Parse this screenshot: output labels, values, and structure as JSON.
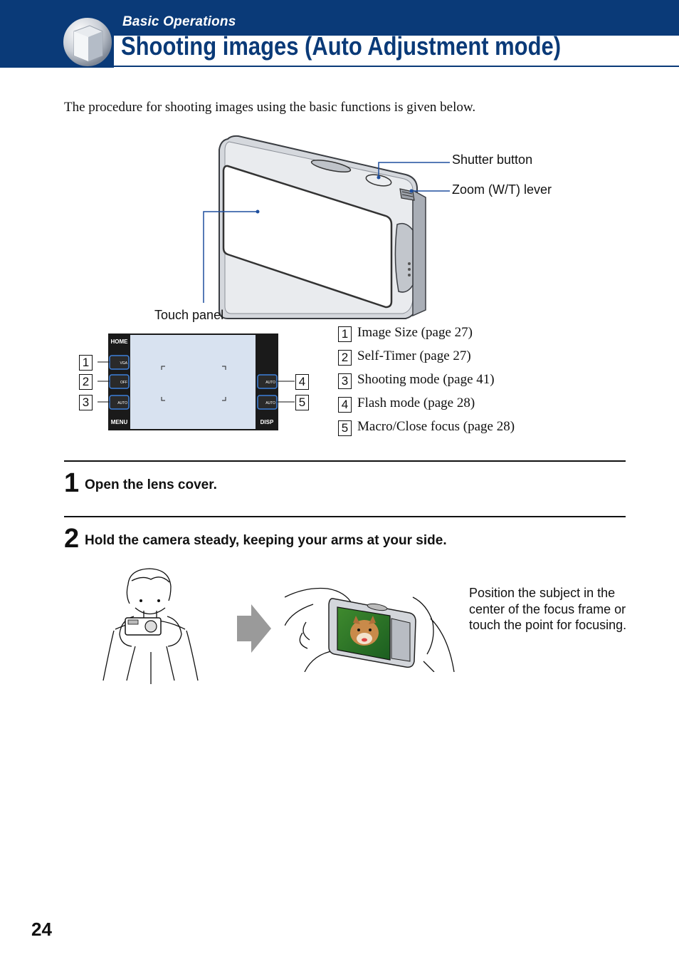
{
  "header": {
    "section": "Basic Operations",
    "title": "Shooting images (Auto Adjustment mode)",
    "accent": "#0a3a78"
  },
  "intro": "The procedure for shooting images using the basic functions is given below.",
  "camera_callouts": {
    "shutter": "Shutter button",
    "zoom": "Zoom (W/T) lever",
    "touch_panel": "Touch panel"
  },
  "screen": {
    "top_left": "HOME",
    "bottom_left": "MENU",
    "bottom_right": "DISP",
    "icon_labels": [
      "VGA",
      "OFF",
      "AUTO",
      "AUTO",
      "AUTO"
    ],
    "markers": [
      "1",
      "2",
      "3",
      "4",
      "5"
    ]
  },
  "legend": [
    {
      "num": "1",
      "text": "Image Size (page 27)"
    },
    {
      "num": "2",
      "text": "Self-Timer (page 27)"
    },
    {
      "num": "3",
      "text": "Shooting mode (page 41)"
    },
    {
      "num": "4",
      "text": "Flash mode (page 28)"
    },
    {
      "num": "5",
      "text": "Macro/Close focus (page 28)"
    }
  ],
  "steps": [
    {
      "num": "1",
      "text": "Open the lens cover."
    },
    {
      "num": "2",
      "text": "Hold the camera steady, keeping your arms at your side."
    }
  ],
  "caption": "Position the subject in the center of the focus frame or touch the point for focusing.",
  "page_number": "24"
}
